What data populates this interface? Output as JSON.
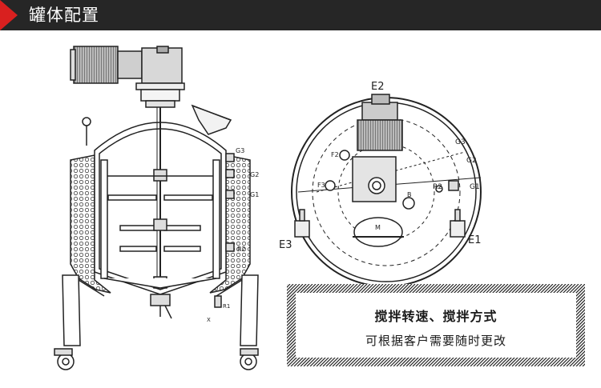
{
  "header": {
    "title": "罐体配置",
    "accent_color": "#d9201f",
    "bar_color": "#262626"
  },
  "side_view": {
    "labels": {
      "g3": "G3",
      "g2": "G2",
      "g1": "G1",
      "r2": "R2",
      "r1": "R1",
      "x": "X"
    }
  },
  "top_view": {
    "labels": {
      "e2": "E2",
      "e1": "E1",
      "e3": "E3",
      "f2": "F2",
      "f3": "F3",
      "g3": "G3",
      "g2": "G2",
      "g1": "G1",
      "r2": "R2",
      "b": "B",
      "m": "M"
    }
  },
  "note": {
    "line1": "搅拌转速、搅拌方式",
    "line2": "可根据客户需要随时更改"
  }
}
